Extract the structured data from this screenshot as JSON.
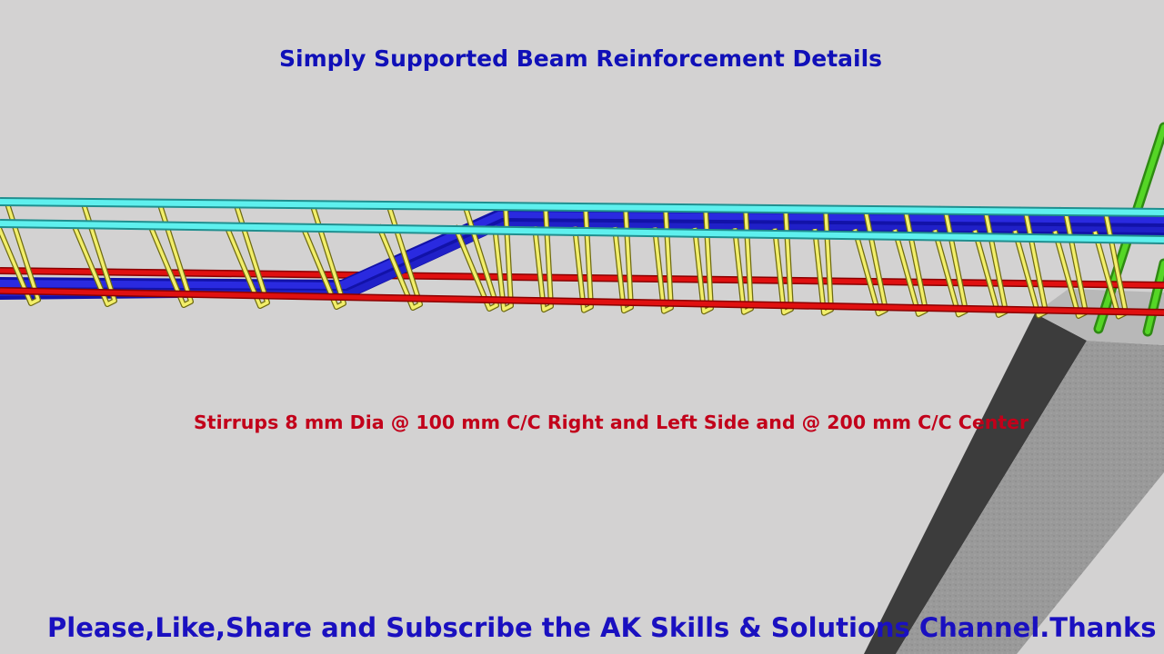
{
  "title": "Simply Supported Beam Reinforcement Details",
  "stirrup_note": "Stirrups 8 mm Dia @ 100 mm C/C Right and Left Side and @ 200 mm C/C Center",
  "footer": "Please,Like,Share and Subscribe the AK Skills & Solutions Channel.Thanks",
  "colors": {
    "background": "#d3d2d2",
    "top_bars": "#5ef0ee",
    "bottom_bars": "#e01010",
    "bent_up_bars": "#1a1ad8",
    "stirrups": "#f2ee6a",
    "column_bars": "#44c21c",
    "column_concrete": "#8a8a8a",
    "title_text": "#1010b8",
    "note_text": "#c2001a",
    "footer_text": "#1a10c0"
  }
}
